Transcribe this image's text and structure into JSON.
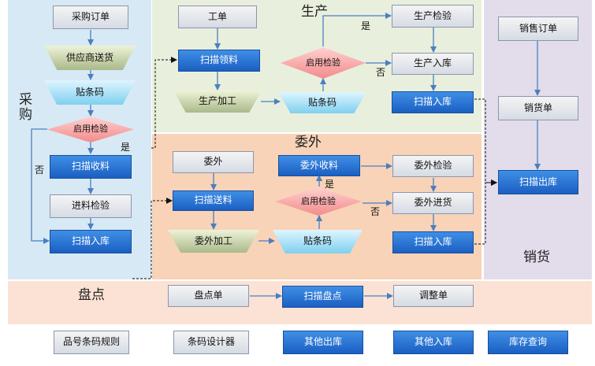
{
  "zones": {
    "purchase": {
      "label": "采购"
    },
    "production": {
      "label": "生产"
    },
    "outsource": {
      "label": "委外"
    },
    "sales": {
      "label": "销货"
    },
    "inventory": {
      "label": "盘点"
    }
  },
  "purchase": {
    "order": "采购订单",
    "supplier_delivery": "供应商送货",
    "label_barcode": "贴条码",
    "enable_inspection": "启用检验",
    "scan_receive": "扫描收料",
    "incoming_inspection": "进料检验",
    "scan_stock_in": "扫描入库",
    "yes": "是",
    "no": "否"
  },
  "production": {
    "work_order": "工单",
    "scan_issue": "扫描领料",
    "processing": "生产加工",
    "label_barcode": "贴条码",
    "enable_inspection": "启用检验",
    "inspection": "生产检验",
    "stock_in": "生产入库",
    "scan_stock_in": "扫描入库",
    "yes": "是",
    "no": "否"
  },
  "outsource": {
    "outsource": "委外",
    "scan_send": "扫描送料",
    "processing": "委外加工",
    "label_barcode": "贴条码",
    "enable_inspection": "启用检验",
    "scan_receive": "委外收料",
    "inspection": "委外检验",
    "receipt": "委外进货",
    "scan_stock_in": "扫描入库",
    "yes": "是",
    "no": "否"
  },
  "sales": {
    "order": "销售订单",
    "delivery_note": "销货单",
    "scan_stock_out": "扫描出库"
  },
  "inventory": {
    "count_sheet": "盘点单",
    "scan_count": "扫描盘点",
    "adjustment": "调整单"
  },
  "bottom": {
    "item_barcode_rules": "品号条码规则",
    "barcode_designer": "条码设计器",
    "other_stock_out": "其他出库",
    "other_stock_in": "其他入库",
    "stock_query": "库存查询"
  }
}
